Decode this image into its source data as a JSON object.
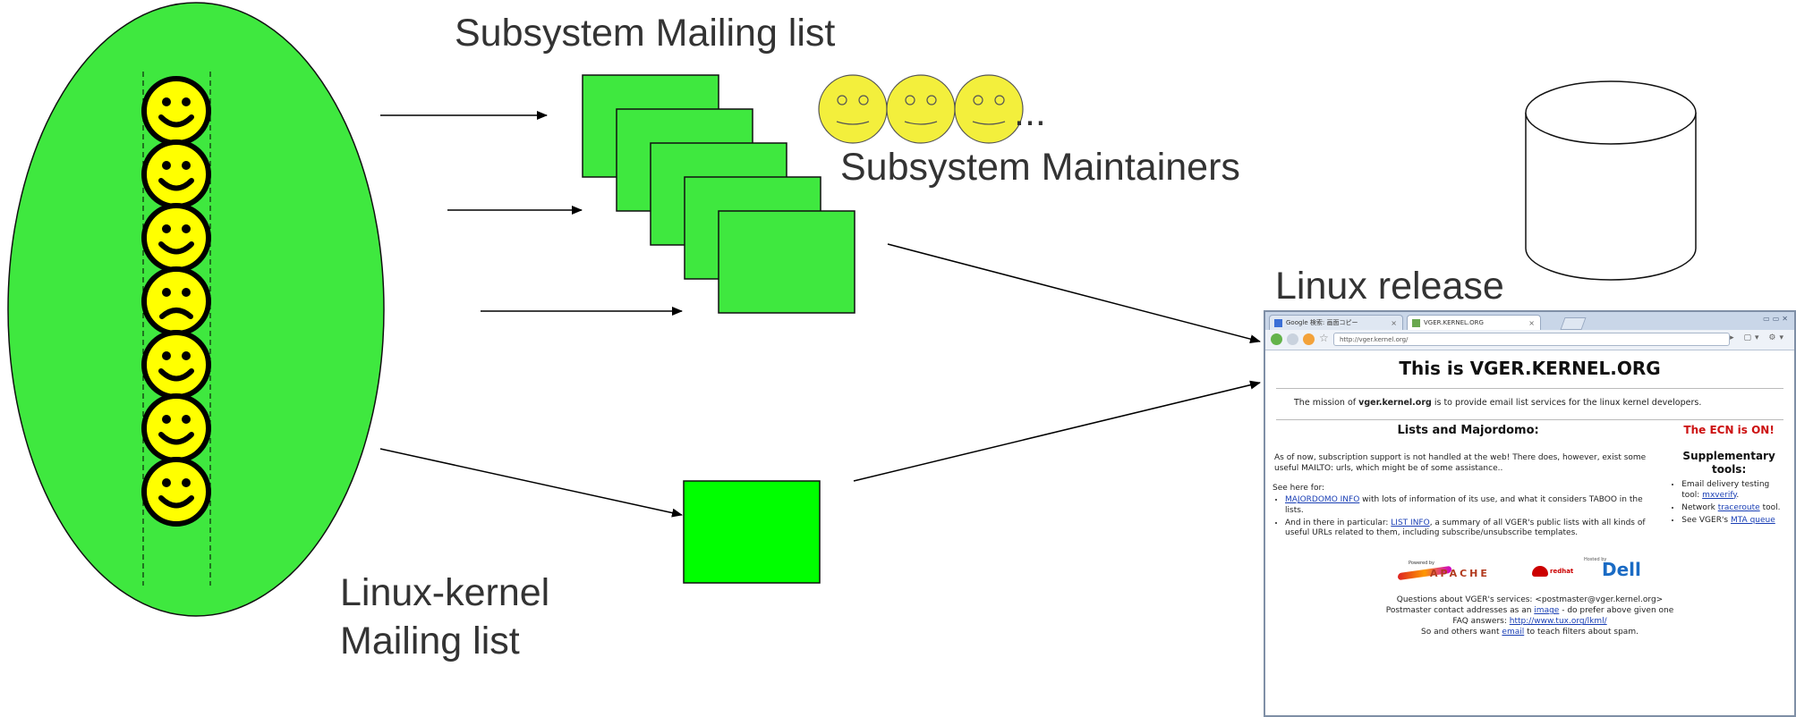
{
  "labels": {
    "subsystem_mailing_list": "Subsystem Mailing list",
    "subsystem_maintainers": "Subsystem Maintainers",
    "ellipsis": "...",
    "linux_release": "Linux release",
    "linux_kernel_line1": "Linux-kernel",
    "linux_kernel_line2": "Mailing list"
  },
  "colors": {
    "developer_group": "#3fe83f",
    "mailing_list_box": "#3fe83f",
    "linux_kernel_box": "#00ff00",
    "face_fill": "#ffff00",
    "face_outline": "#000000",
    "maintainer_face": "#f3ef3c",
    "arrow": "#000000",
    "text": "#333333"
  },
  "developers": {
    "count": 7,
    "moods": [
      "happy",
      "happy",
      "happy",
      "sad",
      "happy",
      "happy",
      "happy"
    ]
  },
  "maintainers": {
    "count": 3
  },
  "browser": {
    "tabs": [
      {
        "label": "Google 検索: 画面コピー",
        "icon": "google-favicon-icon"
      },
      {
        "label": "VGER.KERNEL.ORG",
        "icon": "page-favicon-icon"
      }
    ],
    "url": "http://vger.kernel.org/",
    "heading": "This is VGER.KERNEL.ORG",
    "mission_pre": "The mission of ",
    "mission_bold": "vger.kernel.org",
    "mission_post": " is to provide email list services for the linux kernel developers.",
    "lists_heading": "Lists and Majordomo:",
    "para1": "As of now, subscription support is not handled at the web! There does, however, exist some useful MAILTO: urls, which might be of some assistance..",
    "see_here": "See here for:",
    "bullet1_link": "MAJORDOMO INFO",
    "bullet1_text": " with lots of information of its use, and what it considers TABOO in the lists.",
    "bullet2_pre": "And in there in particular: ",
    "bullet2_link": "LIST INFO",
    "bullet2_post": ", a summary of all VGER's public lists with all kinds of useful URLs related to them, including subscribe/unsubscribe templates.",
    "ecn": "The ECN is ON!",
    "supp_heading": "Supplementary tools:",
    "supp1_text": "Email delivery testing tool: ",
    "supp1_link": "mxverify",
    "supp2_text": "Network ",
    "supp2_link": "traceroute",
    "supp2_post": " tool.",
    "supp3_text": "See VGER's ",
    "supp3_link": "MTA queue",
    "logo_apache": "APACHE",
    "logo_apache_small": "Powered by",
    "logo_redhat": "redhat",
    "logo_dell": "Dell",
    "logo_dell_small": "Hosted by",
    "footer1": "Questions about VGER's services: <postmaster@vger.kernel.org>",
    "footer2_pre": "Postmaster contact addresses as an ",
    "footer2_link": "image",
    "footer2_post": " - do prefer above given one",
    "footer3_pre": "FAQ answers: ",
    "footer3_link": "http://www.tux.org/lkml/",
    "footer4_pre": "So and others want ",
    "footer4_link": "email",
    "footer4_post": " to teach filters about spam."
  }
}
